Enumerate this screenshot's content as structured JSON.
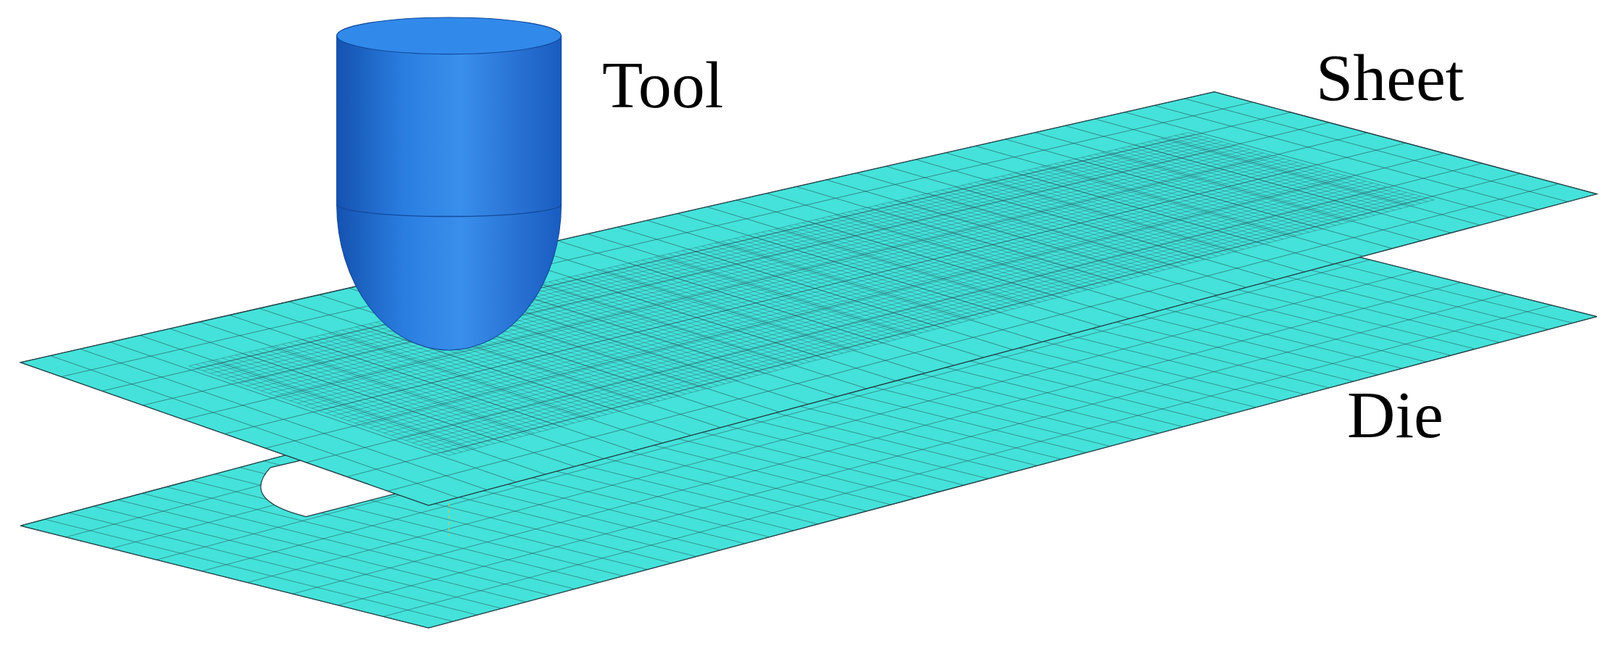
{
  "diagram": {
    "labels": [
      "Tool",
      "Sheet",
      "Die"
    ]
  }
}
